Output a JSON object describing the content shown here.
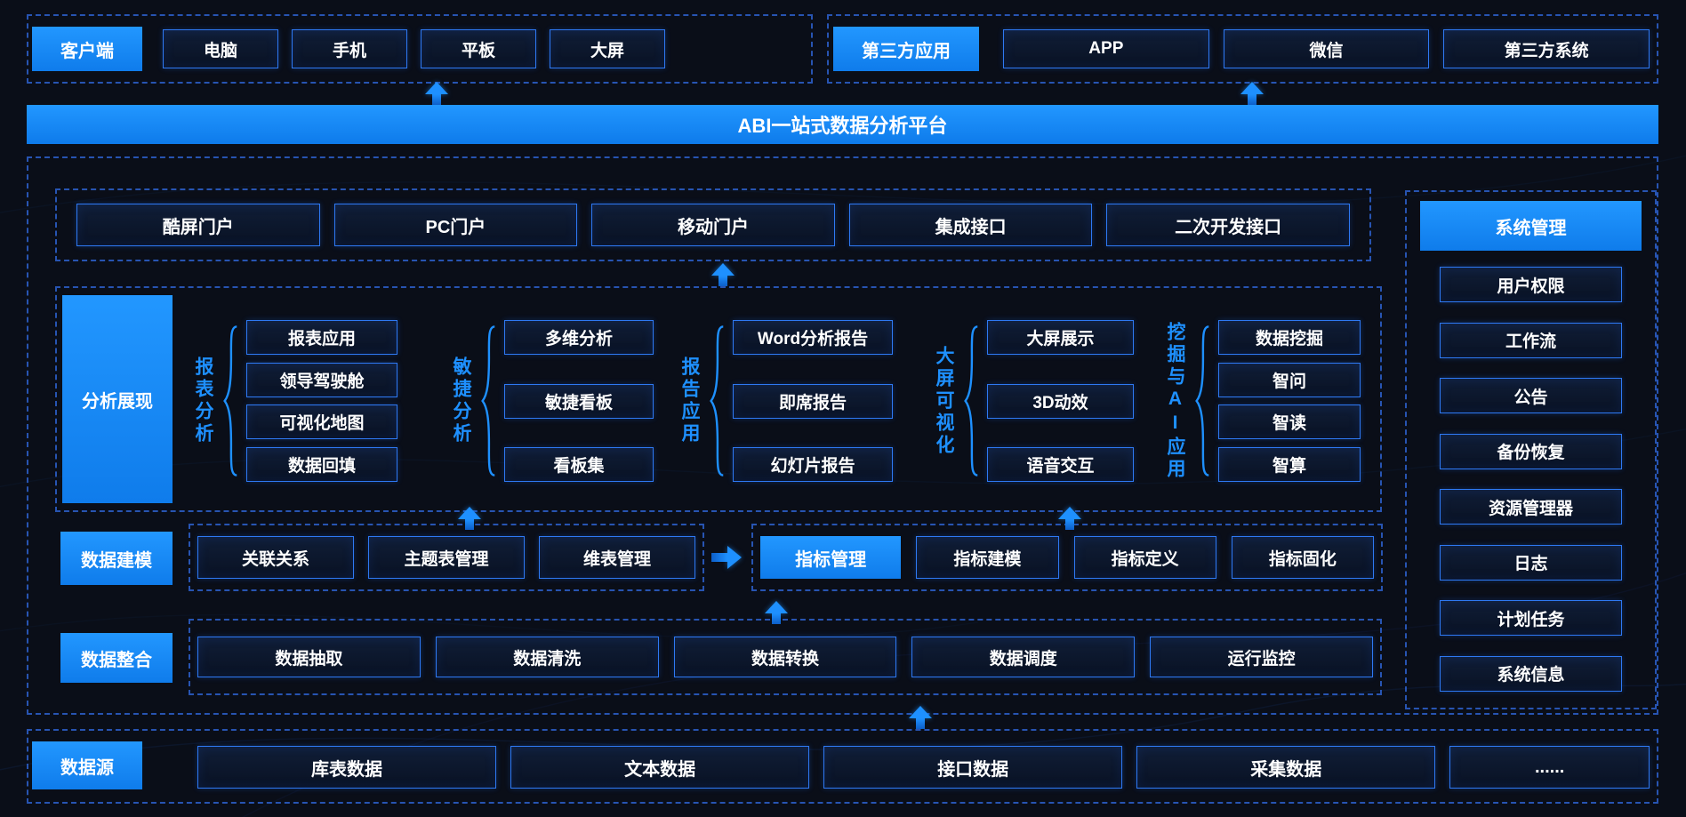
{
  "colors": {
    "accent": "#1588fc",
    "background": "#0a0e18",
    "box_border": "#2e79f3",
    "dashed_border": "#2f66d9",
    "text": "#ffffff"
  },
  "top": {
    "client": {
      "label": "客户端",
      "items": [
        "电脑",
        "手机",
        "平板",
        "大屏"
      ]
    },
    "third_party": {
      "label": "第三方应用",
      "items": [
        "APP",
        "微信",
        "第三方系统"
      ]
    }
  },
  "banner": {
    "title": "ABI一站式数据分析平台"
  },
  "portal_row": {
    "items": [
      "酷屏门户",
      "PC门户",
      "移动门户",
      "集成接口",
      "二次开发接口"
    ]
  },
  "analysis": {
    "label": "分析展现",
    "groups": [
      {
        "name": "报表分析",
        "items": [
          "报表应用",
          "领导驾驶舱",
          "可视化地图",
          "数据回填"
        ]
      },
      {
        "name": "敏捷分析",
        "items": [
          "多维分析",
          "敏捷看板",
          "看板集"
        ]
      },
      {
        "name": "报告应用",
        "items": [
          "Word分析报告",
          "即席报告",
          "幻灯片报告"
        ]
      },
      {
        "name": "大屏可视化",
        "items": [
          "大屏展示",
          "3D动效",
          "语音交互"
        ]
      },
      {
        "name": "挖掘与AI应用",
        "items": [
          "数据挖掘",
          "智问",
          "智读",
          "智算"
        ]
      }
    ]
  },
  "modeling": {
    "label": "数据建模",
    "left_items": [
      "关联关系",
      "主题表管理",
      "维表管理"
    ],
    "highlight": "指标管理",
    "right_items": [
      "指标建模",
      "指标定义",
      "指标固化"
    ]
  },
  "integration": {
    "label": "数据整合",
    "items": [
      "数据抽取",
      "数据清洗",
      "数据转换",
      "数据调度",
      "运行监控"
    ]
  },
  "system": {
    "label": "系统管理",
    "items": [
      "用户权限",
      "工作流",
      "公告",
      "备份恢复",
      "资源管理器",
      "日志",
      "计划任务",
      "系统信息"
    ]
  },
  "datasource": {
    "label": "数据源",
    "items": [
      "库表数据",
      "文本数据",
      "接口数据",
      "采集数据",
      "......"
    ]
  }
}
